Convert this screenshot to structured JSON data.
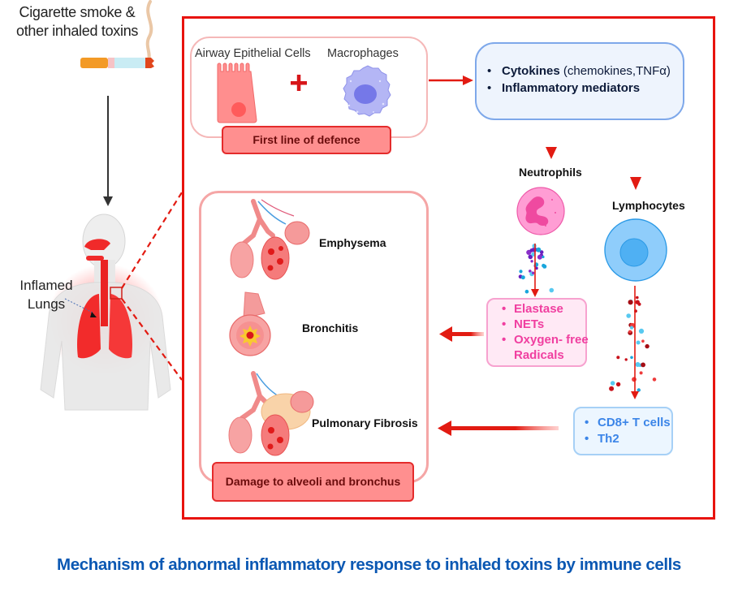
{
  "source": {
    "line1": "Cigarette smoke &",
    "line2": "other inhaled toxins",
    "icon": "cigarette-icon"
  },
  "body_figure": {
    "label_line1": "Inflamed",
    "label_line2": "Lungs",
    "icon": "human-torso-lungs-icon"
  },
  "first_line": {
    "cells": [
      {
        "label": "Airway Epithelial Cells",
        "icon": "epithelial-cell-icon"
      },
      {
        "label": "Macrophages",
        "icon": "macrophage-icon"
      }
    ],
    "operator": "+",
    "pill": "First line of defence"
  },
  "mediators": {
    "items": [
      {
        "bold": "Cytokines",
        "normal": " (chemokines,TNFα)"
      },
      {
        "bold": "Inflammatory mediators",
        "normal": ""
      }
    ],
    "bullet": "•"
  },
  "neutrophils": {
    "title": "Neutrophils",
    "icon": "neutrophil-icon",
    "products": [
      "Elastase",
      "NETs",
      "Oxygen- free Radicals"
    ],
    "products_display": [
      "Elastase",
      "NETs",
      "Oxygen- free",
      "Radicals"
    ]
  },
  "lymphocytes": {
    "title": "Lymphocytes",
    "icon": "lymphocyte-icon",
    "products": [
      "CD8+ T cells",
      "Th2"
    ]
  },
  "damage": {
    "conditions": [
      {
        "label": "Emphysema",
        "icon": "emphysema-alveoli-icon"
      },
      {
        "label": "Bronchitis",
        "icon": "bronchitis-airway-icon"
      },
      {
        "label": "Pulmonary Fibrosis",
        "icon": "fibrosis-alveoli-icon"
      }
    ],
    "pill": "Damage to alveoli and bronchus"
  },
  "caption": "Mechanism of abnormal inflammatory response to inhaled toxins by immune cells",
  "colors": {
    "frame_red": "#e8130e",
    "arrow_red": "#e21b12",
    "pill_fill": "#ff8f8f",
    "mediator_fill": "#eef4fd",
    "mediator_border": "#7ea8ea",
    "neutrophil_text": "#f03fa0",
    "lymphocyte_text": "#3b85e8",
    "caption_blue": "#0b58b3"
  }
}
